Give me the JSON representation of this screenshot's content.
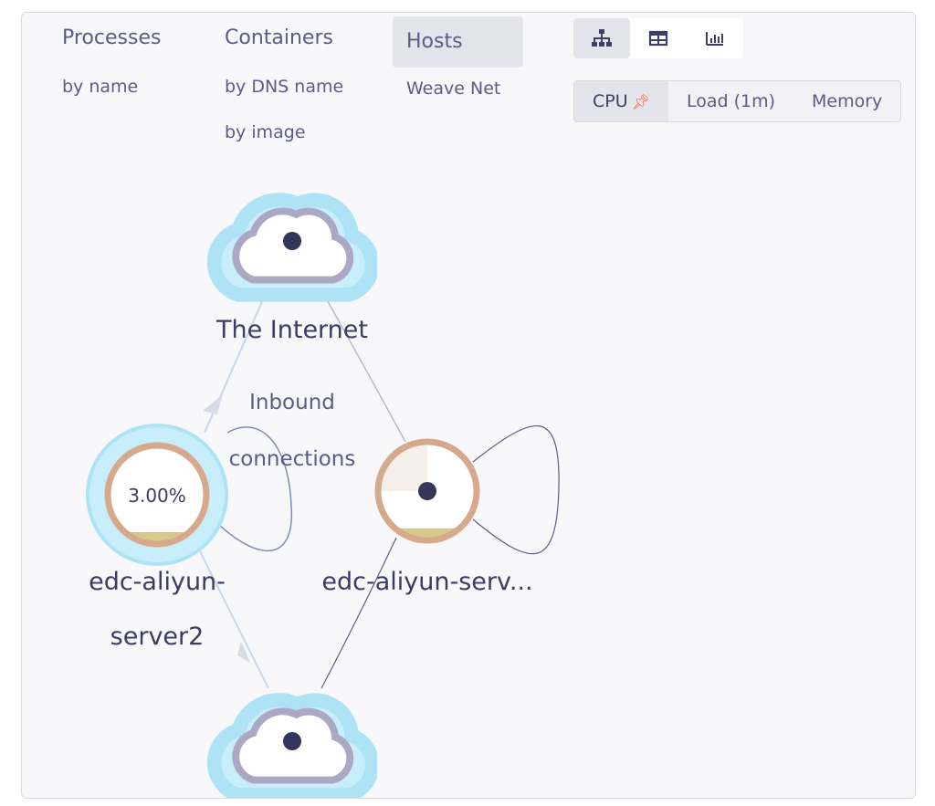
{
  "topologies": [
    {
      "label": "Processes",
      "active": false,
      "sub": [
        "by name"
      ]
    },
    {
      "label": "Containers",
      "active": false,
      "sub": [
        "by DNS name",
        "by image"
      ]
    },
    {
      "label": "Hosts",
      "active": true,
      "sub": [
        "Weave Net"
      ]
    }
  ],
  "view_modes": [
    {
      "name": "graph-view",
      "icon": "graph-icon",
      "active": true
    },
    {
      "name": "table-view",
      "icon": "table-icon",
      "active": false
    },
    {
      "name": "resources-view",
      "icon": "bar-chart-icon",
      "active": false
    }
  ],
  "metrics": [
    {
      "label": "CPU",
      "active": true,
      "pinned": true
    },
    {
      "label": "Load (1m)",
      "active": false
    },
    {
      "label": "Memory",
      "active": false
    }
  ],
  "graph": {
    "nodes": {
      "internet": {
        "label": "The Internet"
      },
      "server2": {
        "label_line1": "edc-aliyun-",
        "label_line2": "server2",
        "metric": "3.00%",
        "metric_fraction": 0.03
      },
      "server_other": {
        "label": "edc-aliyun-serv...",
        "metric_fraction": 0.03
      },
      "bottom_cloud": {
        "label": ""
      }
    },
    "edge_label_line1": "Inbound",
    "edge_label_line2": "connections"
  },
  "colors": {
    "accent_text": "#5b5b88",
    "cloud_halo": "#c9eefb",
    "cloud_outline": "#aaa8c4",
    "node_ring": "#d7a98c",
    "metric_fill": "#d6c98a",
    "pin": "#ff5a2a"
  }
}
